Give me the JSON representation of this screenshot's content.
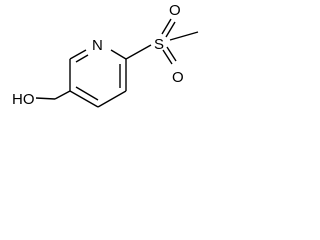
{
  "structure": {
    "atoms": {
      "nitrogen": "N",
      "sulfur": "S",
      "oxygen_top": "O",
      "oxygen_bottom": "O",
      "hydroxyl": "HO"
    },
    "colors": {
      "ink": "#000000",
      "background": "#ffffff"
    }
  }
}
